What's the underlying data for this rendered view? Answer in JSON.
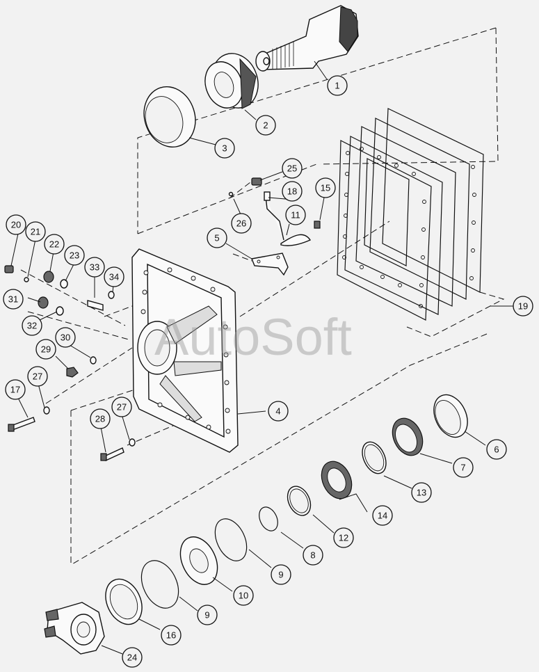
{
  "watermark": "AutoSoft",
  "callouts": [
    {
      "id": "c1",
      "label": "1"
    },
    {
      "id": "c2",
      "label": "2"
    },
    {
      "id": "c3",
      "label": "3"
    },
    {
      "id": "c4",
      "label": "4"
    },
    {
      "id": "c5",
      "label": "5"
    },
    {
      "id": "c6",
      "label": "6"
    },
    {
      "id": "c7",
      "label": "7"
    },
    {
      "id": "c8",
      "label": "8"
    },
    {
      "id": "c9a",
      "label": "9"
    },
    {
      "id": "c9b",
      "label": "9"
    },
    {
      "id": "c10",
      "label": "10"
    },
    {
      "id": "c11",
      "label": "11"
    },
    {
      "id": "c12",
      "label": "12"
    },
    {
      "id": "c13",
      "label": "13"
    },
    {
      "id": "c14",
      "label": "14"
    },
    {
      "id": "c15",
      "label": "15"
    },
    {
      "id": "c16",
      "label": "16"
    },
    {
      "id": "c17",
      "label": "17"
    },
    {
      "id": "c18",
      "label": "18"
    },
    {
      "id": "c19",
      "label": "19"
    },
    {
      "id": "c20",
      "label": "20"
    },
    {
      "id": "c21",
      "label": "21"
    },
    {
      "id": "c22",
      "label": "22"
    },
    {
      "id": "c23",
      "label": "23"
    },
    {
      "id": "c24",
      "label": "24"
    },
    {
      "id": "c25",
      "label": "25"
    },
    {
      "id": "c26",
      "label": "26"
    },
    {
      "id": "c27a",
      "label": "27"
    },
    {
      "id": "c27b",
      "label": "27"
    },
    {
      "id": "c28",
      "label": "28"
    },
    {
      "id": "c29",
      "label": "29"
    },
    {
      "id": "c30",
      "label": "30"
    },
    {
      "id": "c31",
      "label": "31"
    },
    {
      "id": "c32",
      "label": "32"
    },
    {
      "id": "c33",
      "label": "33"
    },
    {
      "id": "c34",
      "label": "34"
    }
  ]
}
